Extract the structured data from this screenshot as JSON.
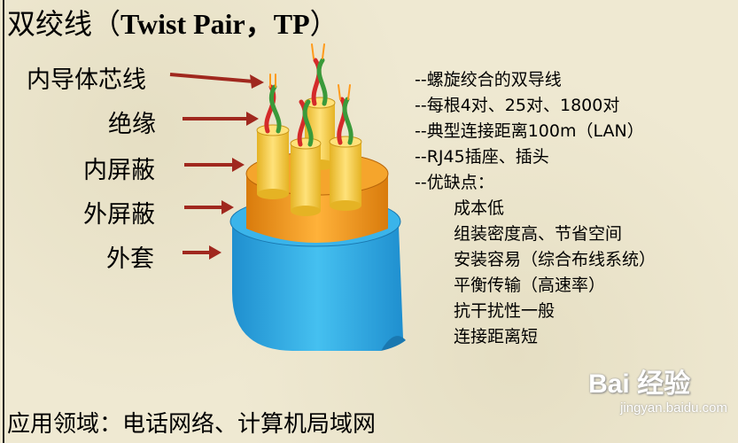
{
  "title": {
    "prefix": "双绞线（",
    "english": "Twist Pair，TP",
    "suffix": "）"
  },
  "labels": [
    "内导体芯线",
    "绝缘",
    "内屏蔽",
    "外屏蔽",
    "外套"
  ],
  "bullets": [
    "--螺旋绞合的双导线",
    "--每根4对、25对、1800对",
    "--典型连接距离100m（LAN）",
    "--RJ45插座、插头",
    "--优缺点："
  ],
  "sub_items": [
    "成本低",
    "组装密度高、节省空间",
    "安装容易（综合布线系统）",
    "平衡传输（高速率）",
    "抗干扰性一般",
    "连接距离短"
  ],
  "footer": "应用领域：电话网络、计算机局域网",
  "watermark": {
    "logo": "Bai 经验",
    "site": "jingyan.baidu.com"
  },
  "colors": {
    "background": "#efe9d2",
    "arrow": "#a0281e",
    "outer_jacket": "#2aa7e0",
    "outer_shield": "#f09a1a",
    "insulation": "#ffd34d",
    "wire_red": "#d42a2a",
    "wire_green": "#3a9a3a"
  }
}
